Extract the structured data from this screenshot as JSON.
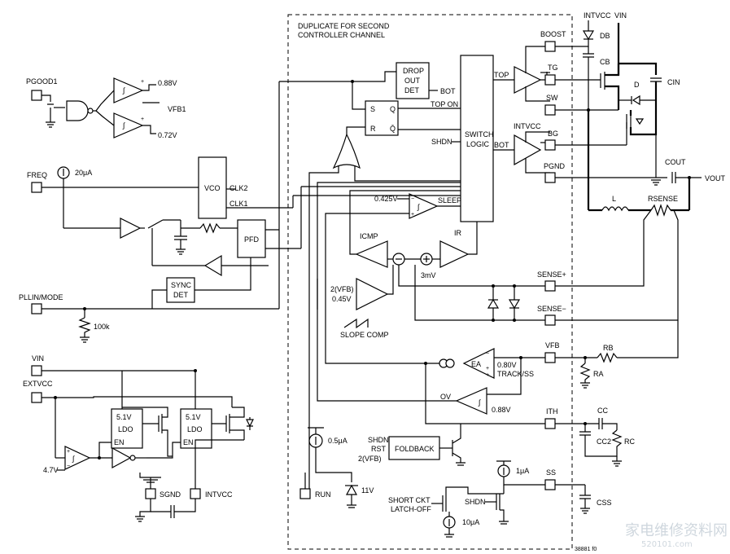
{
  "dashed_region": {
    "title_line1": "DUPLICATE FOR SECOND",
    "title_line2": "CONTROLLER CHANNEL"
  },
  "blocks": {
    "drop_out_det": [
      "DROP",
      "OUT",
      "DET"
    ],
    "switch_logic": [
      "SWITCH",
      "LOGIC"
    ],
    "vco": "VCO",
    "pfd": "PFD",
    "sync_det": [
      "SYNC",
      "DET"
    ],
    "foldback": "FOLDBACK",
    "ldo1": [
      "5.1V",
      "LDO",
      "EN"
    ],
    "ldo2": [
      "5.1V",
      "LDO",
      "EN"
    ]
  },
  "pins": {
    "pgood1": "PGOOD1",
    "freq": "FREQ",
    "pllin_mode": "PLLIN/MODE",
    "vin_left": "VIN",
    "extvcc": "EXTVCC",
    "sgnd": "SGND",
    "intvcc_bottom": "INTVCC",
    "run": "RUN",
    "boost": "BOOST",
    "tg": "TG",
    "sw": "SW",
    "bg": "BG",
    "pgnd": "PGND",
    "sense_plus": "SENSE+",
    "sense_minus": "SENSE−",
    "vfb": "VFB",
    "ith": "ITH",
    "ss": "SS"
  },
  "labels": {
    "v088_top": "0.88V",
    "vfb1": "VFB1",
    "v072": "0.72V",
    "i20ua": "20μA",
    "clk1": "CLK1",
    "clk2": "CLK2",
    "r100k": "100k",
    "v47": "4.7V",
    "bot1": "BOT",
    "top_on": "TOP ON",
    "top": "TOP",
    "shdn1": "SHDN",
    "bot2": "BOT",
    "intvcc_right": "INTVCC",
    "sleep": "SLEEP",
    "v0425": "0.425V",
    "icmp": "ICMP",
    "ir": "IR",
    "v3mv": "3mV",
    "vfb2": "2(VFB)",
    "v045": "0.45V",
    "slope_comp": "SLOPE COMP",
    "ea": "EA",
    "v080": "0.80V",
    "track_ss": "TRACK/SS",
    "ov": "OV",
    "v088_bot": "0.88V",
    "i05ua": "0.5μA",
    "shdn2": "SHDN",
    "rst": "RST",
    "vfb3": "2(VFB)",
    "v11": "11V",
    "short_ckt": "SHORT CKT",
    "latch_off": "LATCH-OFF",
    "shdn3": "SHDN",
    "i1ua": "1μA",
    "i10ua": "10μA",
    "vin_top": "VIN",
    "intvcc_top": "INTVCC",
    "db": "DB",
    "cb": "CB",
    "cin": "CIN",
    "d": "D",
    "cout": "COUT",
    "vout": "VOUT",
    "l": "L",
    "rsense": "RSENSE",
    "rb": "RB",
    "ra": "RA",
    "cc": "CC",
    "cc2": "CC2",
    "rc": "RC",
    "css": "CSS",
    "fig": "38881 f0"
  },
  "watermark": {
    "cn": "家电维修资料网",
    "url": "520101.com"
  }
}
